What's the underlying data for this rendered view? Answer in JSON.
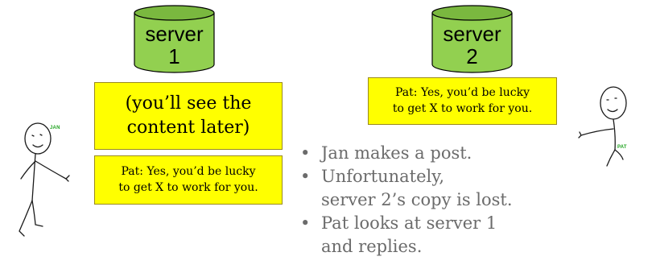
{
  "server1": {
    "line1": "server",
    "line2": "1"
  },
  "server2": {
    "line1": "server",
    "line2": "2"
  },
  "box_content": {
    "line1": "(you’ll see the",
    "line2": "content later)"
  },
  "box_pat_reply_1": {
    "line1": "Pat: Yes, you’d be lucky",
    "line2": "to get X to work for you."
  },
  "box_pat_reply_2": {
    "line1": "Pat: Yes, you’d be lucky",
    "line2": "to get X to work for you."
  },
  "bullets": [
    {
      "line1": "Jan makes a post.",
      "line2": ""
    },
    {
      "line1": "Unfortunately,",
      "line2": "server 2’s copy is lost."
    },
    {
      "line1": "Pat looks at server 1",
      "line2": "and replies."
    }
  ],
  "figures": {
    "jan_label": "JAN",
    "pat_label": "PAT"
  },
  "colors": {
    "cylinder": "#92d050",
    "cylinder_dark": "#6fa83a",
    "box": "#ffff00",
    "bullet_text": "#6b6b6b",
    "figure_label": "#1fa31f"
  }
}
